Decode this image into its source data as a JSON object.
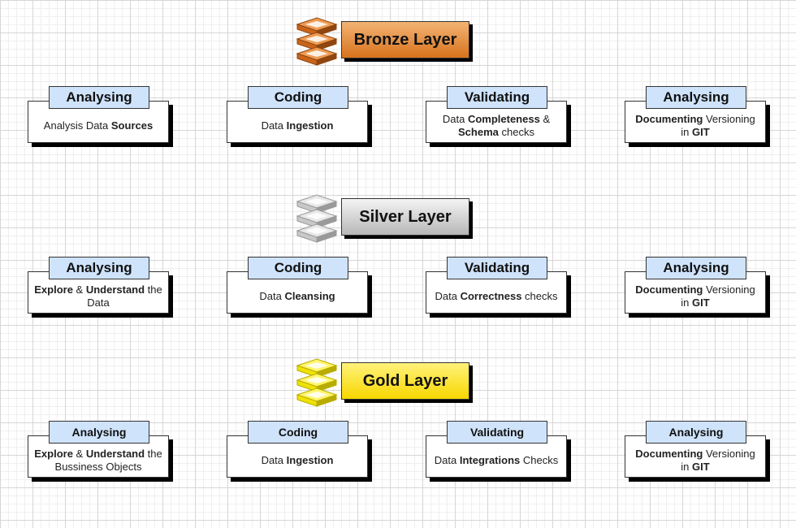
{
  "colors": {
    "bronze": "#d7731c",
    "silver": "#b7b7b7",
    "gold": "#f7d700",
    "tag": "#cfe3fb"
  },
  "layers": [
    {
      "title": "Bronze Layer",
      "icon": "stacked-layers-icon",
      "cards": [
        {
          "tag": "Analysing",
          "parts": [
            [
              "Analysis Data ",
              ""
            ],
            [
              "Sources",
              "b"
            ]
          ]
        },
        {
          "tag": "Coding",
          "parts": [
            [
              "Data ",
              ""
            ],
            [
              "Ingestion",
              "b"
            ]
          ]
        },
        {
          "tag": "Validating",
          "parts": [
            [
              "Data ",
              ""
            ],
            [
              "Completeness",
              "b"
            ],
            [
              " & ",
              ""
            ],
            [
              "Schema",
              "b"
            ],
            [
              " checks",
              ""
            ]
          ]
        },
        {
          "tag": "Analysing",
          "parts": [
            [
              "Documenting",
              "b"
            ],
            [
              " Versioning in ",
              ""
            ],
            [
              "GIT",
              "b"
            ]
          ]
        }
      ]
    },
    {
      "title": "Silver Layer",
      "icon": "stacked-layers-icon",
      "cards": [
        {
          "tag": "Analysing",
          "parts": [
            [
              "Explore",
              "b"
            ],
            [
              " & ",
              ""
            ],
            [
              "Understand",
              "b"
            ],
            [
              " the Data",
              ""
            ]
          ]
        },
        {
          "tag": "Coding",
          "parts": [
            [
              "Data ",
              ""
            ],
            [
              "Cleansing",
              "b"
            ]
          ]
        },
        {
          "tag": "Validating",
          "parts": [
            [
              "Data ",
              ""
            ],
            [
              "Correctness",
              "b"
            ],
            [
              " checks",
              ""
            ]
          ]
        },
        {
          "tag": "Analysing",
          "parts": [
            [
              "Documenting",
              "b"
            ],
            [
              " Versioning in ",
              ""
            ],
            [
              "GIT",
              "b"
            ]
          ]
        }
      ]
    },
    {
      "title": "Gold Layer",
      "icon": "stacked-layers-icon",
      "cards": [
        {
          "tag": "Analysing",
          "parts": [
            [
              "Explore",
              "b"
            ],
            [
              " & ",
              ""
            ],
            [
              "Understand",
              "b"
            ],
            [
              " the Bussiness Objects",
              ""
            ]
          ]
        },
        {
          "tag": "Coding",
          "parts": [
            [
              "Data ",
              ""
            ],
            [
              "Ingestion",
              "b"
            ]
          ]
        },
        {
          "tag": "Validating",
          "parts": [
            [
              "Data ",
              ""
            ],
            [
              "Integrations",
              "b"
            ],
            [
              " Checks",
              ""
            ]
          ]
        },
        {
          "tag": "Analysing",
          "parts": [
            [
              "Documenting",
              "b"
            ],
            [
              " Versioning in ",
              ""
            ],
            [
              "GIT",
              "b"
            ]
          ]
        }
      ]
    }
  ]
}
